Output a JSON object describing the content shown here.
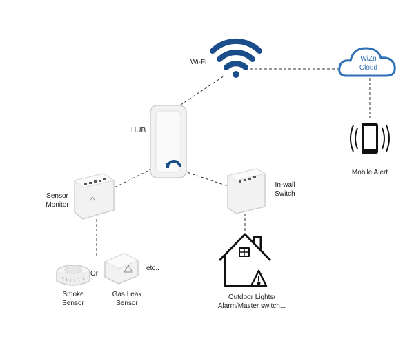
{
  "colors": {
    "accent": "#1a4e8a",
    "cloud_stroke": "#2e6fb5",
    "device_body": "#f2f2f2",
    "device_edge": "#cfcfcf",
    "link": "#333333",
    "warning": "#111111"
  },
  "nodes": {
    "wifi": {
      "label": "Wi-Fi",
      "icon": "wifi-icon"
    },
    "cloud": {
      "label_line1": "WiZn",
      "label_line2": "Cloud",
      "icon": "cloud-icon"
    },
    "phone": {
      "label": "Mobile Alert",
      "icon": "phone-vibrate-icon"
    },
    "hub": {
      "label": "HUB",
      "icon": "hub-device-icon"
    },
    "sensor_monitor": {
      "label_line1": "Sensor",
      "label_line2": "Monitor",
      "icon": "sensor-monitor-device-icon"
    },
    "inwall_switch": {
      "label_line1": "In-wall",
      "label_line2": "Switch",
      "icon": "inwall-switch-device-icon"
    },
    "smoke": {
      "label_line1": "Smoke",
      "label_line2": "Sensor",
      "icon": "smoke-detector-icon"
    },
    "gas": {
      "label_line1": "Gas Leak",
      "label_line2": "Sensor",
      "icon": "gas-leak-sensor-icon"
    },
    "house": {
      "label_line1": "Outdoor Lights/",
      "label_line2": "Alarm/Master switch...",
      "icon": "house-warning-icon"
    }
  },
  "connector_or": "Or",
  "etc": "etc.."
}
